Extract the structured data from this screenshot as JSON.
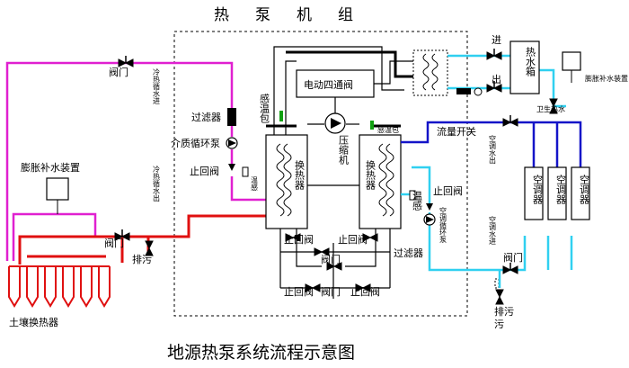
{
  "title": "热　泵　机　组",
  "caption": "地源热泵系统流程示意图",
  "labels": {
    "four_way_valve": "电动四通阀",
    "temp_bulb": "感温包",
    "compressor": "压缩机",
    "heat_exchanger": "换热器",
    "filter": "过滤器",
    "medium_pump": "介质循环泵",
    "check_valve": "止回阀",
    "valve": "阀门",
    "expansion_device_left": "膨胀补水装置",
    "expansion_device_right": "膨胀补水装置",
    "ground_exchanger": "土壤换热器",
    "drain": "排污",
    "cold_water_in": "冷热循水进",
    "cold_water_out": "冷热循水出",
    "temp_small": "温感",
    "temp_sense": "温感",
    "flow_switch": "流量开关",
    "ac_water_out": "空调水出",
    "ac_water_in": "空调水进",
    "ac_pump": "空调循环泵",
    "inlet": "进",
    "outlet": "出",
    "hot_water_tank": "热水箱",
    "sanitary_hot_water": "卫生热水",
    "ac_unit": "空调器",
    "temp_bulb_right": "感温包"
  },
  "colors": {
    "magenta": "#e020d0",
    "red": "#e01010",
    "blue": "#1414c8",
    "cyan": "#30d0f0",
    "black": "#000000",
    "green": "#10a010"
  }
}
